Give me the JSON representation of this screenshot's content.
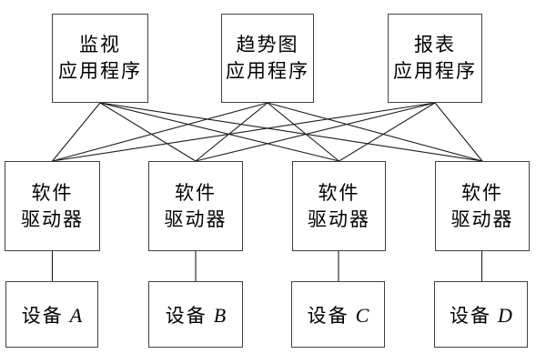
{
  "diagram": {
    "title": "application-driver-device-architecture",
    "colors": {
      "background": "#ffffff",
      "box_border": "#414141",
      "connector_line": "#1c1c1c",
      "text": "#000000"
    },
    "nodes": {
      "top": [
        {
          "id": "monitor-app",
          "line1": "监视",
          "line2": "应用程序"
        },
        {
          "id": "trend-app",
          "line1": "趋势图",
          "line2": "应用程序"
        },
        {
          "id": "report-app",
          "line1": "报表",
          "line2": "应用程序"
        }
      ],
      "middle": [
        {
          "id": "software-driver-1",
          "line1": "软件",
          "line2": "驱动器"
        },
        {
          "id": "software-driver-2",
          "line1": "软件",
          "line2": "驱动器"
        },
        {
          "id": "software-driver-3",
          "line1": "软件",
          "line2": "驱动器"
        },
        {
          "id": "software-driver-4",
          "line1": "软件",
          "line2": "驱动器"
        }
      ],
      "devices": [
        {
          "id": "device-a",
          "prefix": "设备",
          "letter": "A"
        },
        {
          "id": "device-b",
          "prefix": "设备",
          "letter": "B"
        },
        {
          "id": "device-c",
          "prefix": "设备",
          "letter": "C"
        },
        {
          "id": "device-d",
          "prefix": "设备",
          "letter": "D"
        }
      ]
    },
    "edges": {
      "app_to_driver": "each of the 3 application boxes connects to all 4 software drivers (12 crossing lines)",
      "driver_to_device": "each software driver connects vertically to its device below (4 lines)"
    }
  }
}
